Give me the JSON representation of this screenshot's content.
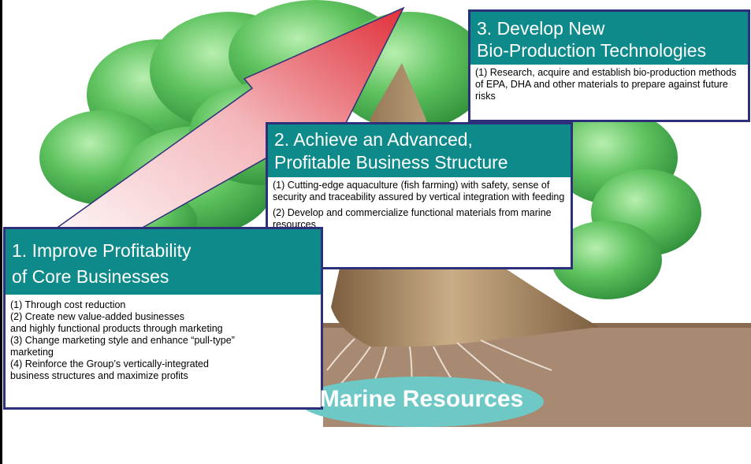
{
  "colors": {
    "header_teal": "#0f8a8a",
    "border_navy": "#2e2f7a",
    "foliage": "#5ec25e",
    "trunk": "#9a7a55",
    "soil": "#a88972",
    "arrow_red": "#e0303a",
    "marine_ellipse": "#6ec9c6"
  },
  "box3": {
    "title_line1": "3. Develop New",
    "title_line2": "Bio-Production Technologies",
    "items": [
      "(1) Research, acquire and establish bio-production methods of EPA, DHA and other materials to prepare against future risks"
    ]
  },
  "box2": {
    "title_line1": "2. Achieve an Advanced,",
    "title_line2": "Profitable Business Structure",
    "items": [
      "(1) Cutting-edge aquaculture (fish farming) with safety, sense of security and traceability assured by vertical integration with feeding",
      "(2) Develop and commercialize functional materials from marine resources"
    ]
  },
  "box1": {
    "title_line1": "1. Improve Profitability",
    "title_line2": "of Core Businesses",
    "lines": [
      "(1) Through cost reduction",
      "(2) Create new value-added businesses",
      "and highly functional products through marketing",
      "(3) Change marketing style and enhance “pull-type”",
      "marketing",
      "(4) Reinforce the Group’s vertically-integrated",
      "business structures and maximize profits"
    ]
  },
  "marine": {
    "label": "Marine Resources"
  }
}
